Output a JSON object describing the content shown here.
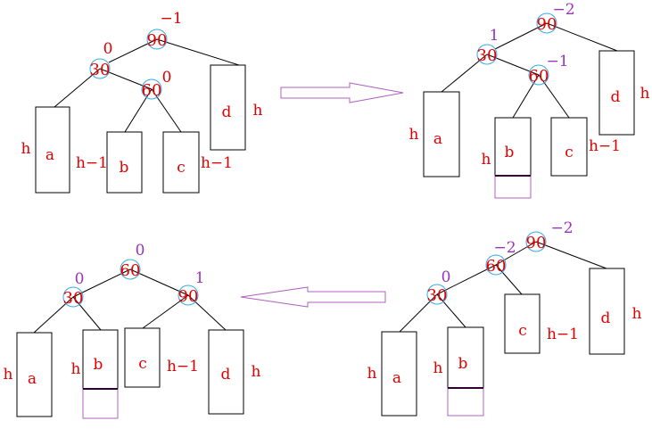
{
  "colors": {
    "label": "#e00000",
    "node_circle": "#33aaee",
    "balance_new": "#9933bb",
    "arrow": "#b060c0",
    "extra_box": "#b060c0",
    "line": "#000000"
  },
  "panels": [
    {
      "id": "top-left",
      "nodes": [
        {
          "id": "n90",
          "label": "90",
          "bf": "−1",
          "bf_color": "red"
        },
        {
          "id": "n30",
          "label": "30",
          "bf": "0",
          "bf_color": "red"
        },
        {
          "id": "n60",
          "label": "60",
          "bf": "0",
          "bf_color": "red"
        }
      ],
      "subtrees": [
        {
          "id": "a",
          "label": "a",
          "height": "h"
        },
        {
          "id": "b",
          "label": "b",
          "height": "h−1"
        },
        {
          "id": "c",
          "label": "c",
          "height": "h−1"
        },
        {
          "id": "d",
          "label": "d",
          "height": "h"
        }
      ]
    },
    {
      "id": "top-right",
      "nodes": [
        {
          "id": "n90",
          "label": "90",
          "bf": "−2",
          "bf_color": "purple"
        },
        {
          "id": "n30",
          "label": "30",
          "bf": "1",
          "bf_color": "purple"
        },
        {
          "id": "n60",
          "label": "60",
          "bf": "−1",
          "bf_color": "purple"
        }
      ],
      "subtrees": [
        {
          "id": "a",
          "label": "a",
          "height": "h"
        },
        {
          "id": "b",
          "label": "b",
          "height": "h"
        },
        {
          "id": "c",
          "label": "c",
          "height": "h−1"
        },
        {
          "id": "d",
          "label": "d",
          "height": "h"
        }
      ]
    },
    {
      "id": "bottom-right",
      "nodes": [
        {
          "id": "n90",
          "label": "90",
          "bf": "−2",
          "bf_color": "purple"
        },
        {
          "id": "n60",
          "label": "60",
          "bf": "−2",
          "bf_color": "purple"
        },
        {
          "id": "n30",
          "label": "30",
          "bf": "0",
          "bf_color": "purple"
        }
      ],
      "subtrees": [
        {
          "id": "a",
          "label": "a",
          "height": "h"
        },
        {
          "id": "b",
          "label": "b",
          "height": "h"
        },
        {
          "id": "c",
          "label": "c",
          "height": "h−1"
        },
        {
          "id": "d",
          "label": "d",
          "height": "h"
        }
      ]
    },
    {
      "id": "bottom-left",
      "nodes": [
        {
          "id": "n60",
          "label": "60",
          "bf": "0",
          "bf_color": "purple"
        },
        {
          "id": "n30",
          "label": "30",
          "bf": "0",
          "bf_color": "purple"
        },
        {
          "id": "n90",
          "label": "90",
          "bf": "1",
          "bf_color": "purple"
        }
      ],
      "subtrees": [
        {
          "id": "a",
          "label": "a",
          "height": "h"
        },
        {
          "id": "b",
          "label": "b",
          "height": "h"
        },
        {
          "id": "c",
          "label": "c",
          "height": "h−1"
        },
        {
          "id": "d",
          "label": "d",
          "height": "h"
        }
      ]
    }
  ],
  "arrows": [
    {
      "id": "arrow-right",
      "direction": "right"
    },
    {
      "id": "arrow-left",
      "direction": "left"
    }
  ]
}
